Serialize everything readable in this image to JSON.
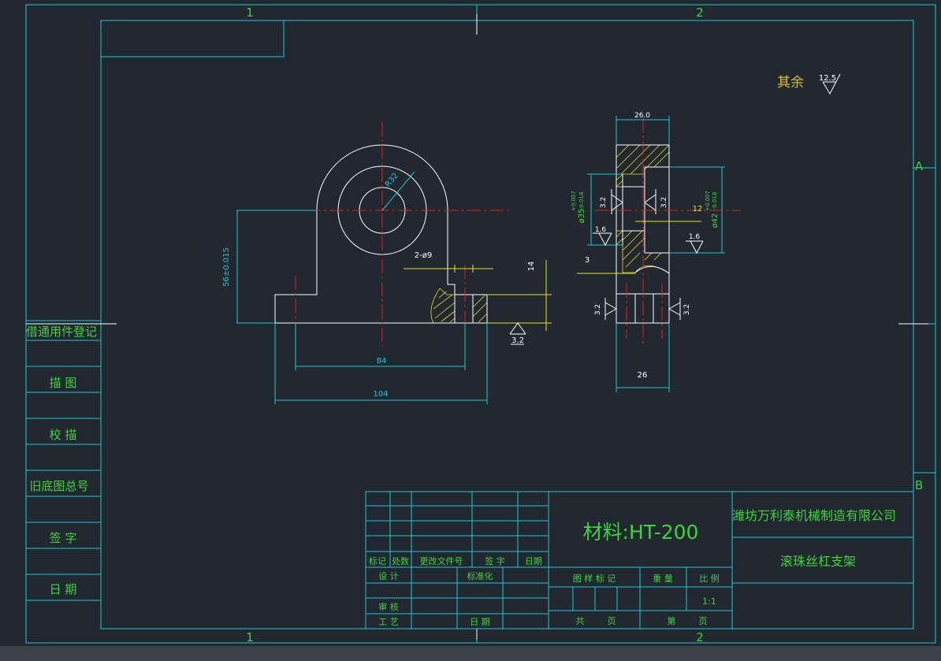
{
  "colors": {
    "background": "#212830",
    "border": "#19c8d8",
    "geometry": "#ffffff",
    "centerline": "#e02020",
    "hatch": "#e6e020",
    "dimension_cyan": "#19c8d8",
    "dimension_yellow": "#e6e020",
    "text_green": "#3dd43d",
    "text_yellow": "#d8c020",
    "statusbar": "#3b4049"
  },
  "zones": {
    "top_left": "1",
    "top_right": "2",
    "bottom_left": "1",
    "bottom_right": "2",
    "right_a": "A",
    "right_b": "B"
  },
  "roughness_note": {
    "label": "其余",
    "value": "12.5"
  },
  "side_table": {
    "rows": [
      "借通用件登记",
      "描  图",
      "校  描",
      "旧底图总号",
      "签  字",
      "日  期"
    ]
  },
  "dimensions": {
    "radius": "R32",
    "height": "56±0.015",
    "holes": "2-ø9",
    "depth14": "14",
    "finish_base": "3.2",
    "width84": "84",
    "width104": "104",
    "width26_top": "26.0",
    "bore35": "ø35",
    "bore35_tol_up": "+0.007",
    "bore35_tol_dn": "-0.018",
    "bore42": "ø42",
    "bore42_tol_up": "+0.007",
    "bore42_tol_dn": "-0.018",
    "len12": "12",
    "len3": "3",
    "finish_a": "3.2",
    "finish_b": "3.2",
    "finish_c": "1.6",
    "finish_d": "1.6",
    "finish_e": "3.2",
    "finish_f": "3.2",
    "width26_bottom": "26"
  },
  "title_block": {
    "material": "材料:HT-200",
    "company": "潍坊万利泰机械制造有限公司",
    "part_name": "滚珠丝杠支架",
    "rev_headers": [
      "标记",
      "处数",
      "更改文件号",
      "签 字",
      "日期"
    ],
    "design": "设  计",
    "standard": "标准化",
    "review": "审 核",
    "process": "工  艺",
    "date": "日 期",
    "drawing_mark": "图 样 标 记",
    "weight": "重 量",
    "scale_label": "比 例",
    "scale": "1:1",
    "total": "共",
    "page1": "页",
    "sheet": "第",
    "page2": "页"
  }
}
